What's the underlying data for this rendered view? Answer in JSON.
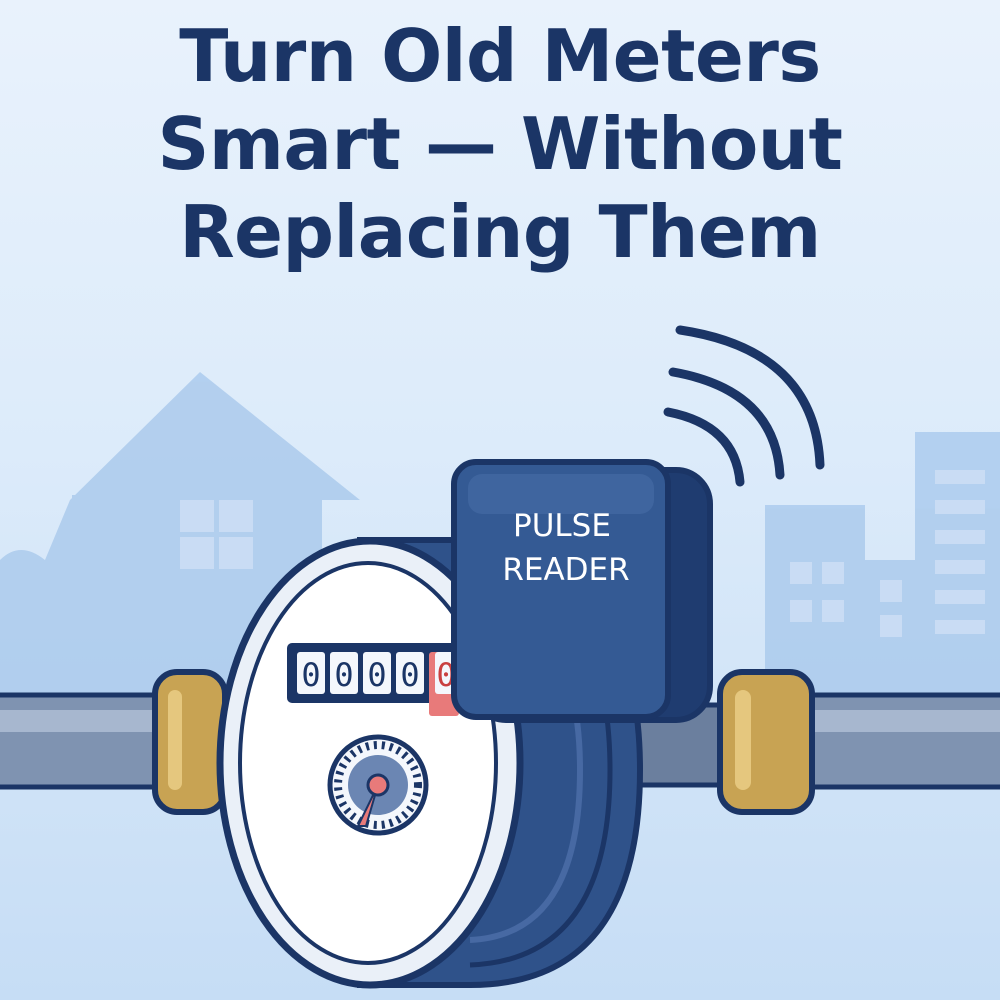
{
  "headline": {
    "line1": "Turn Old Meters",
    "line2": "Smart — Without",
    "line3": "Replacing Them"
  },
  "pulse_reader": {
    "line1": "PULSE",
    "line2": "READER"
  },
  "meter": {
    "odometer_digits": [
      "0",
      "0",
      "0",
      "0",
      "0"
    ]
  },
  "colors": {
    "navy": "#1b3566",
    "device_blue": "#2f528a",
    "background": "#dcebfa",
    "skyline": "#a9c9ec",
    "brass": "#c8a353",
    "pipe": "#7f93b1",
    "odometer_red": "#e87a7a"
  },
  "icons": {
    "signal": "wireless-signal-icon",
    "house": "house-silhouette-icon",
    "building": "building-silhouette-icon"
  }
}
